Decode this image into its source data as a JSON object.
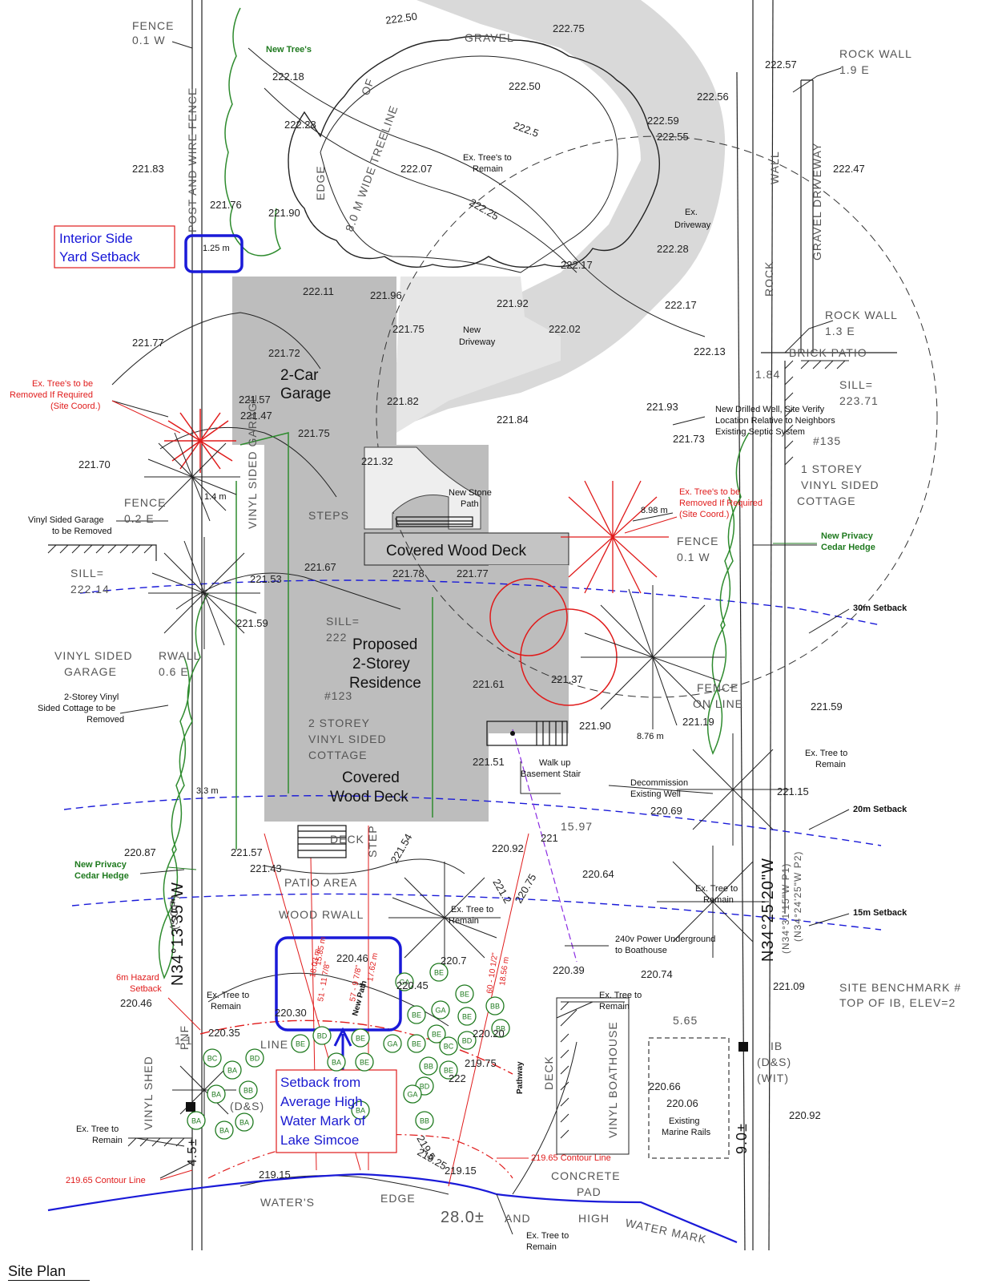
{
  "title": "Site Plan",
  "labels": {
    "fence_top": "FENCE",
    "fence_top_sub": "0.1 W",
    "new_trees": "New Tree's",
    "gravel": "GRAVEL",
    "rock_wall_top": "ROCK WALL",
    "rock_wall_top_sub": "1.9 E",
    "post_wire_fence": "POST AND WIRE FENCE",
    "edge": "EDGE",
    "treeline": "8.0 M WIDE TREELINE",
    "of": "OF",
    "ex_trees_remain": "Ex. Tree's to Remain",
    "ex_trees_remain_l1": "Ex. Tree's to",
    "ex_trees_remain_l2": "Remain",
    "ex_driveway_l1": "Ex.",
    "ex_driveway_l2": "Driveway",
    "wall": "WALL",
    "gravel_driveway": "GRAVEL DRIVEWAY",
    "rock": "ROCK",
    "interior_setback_l1": "Interior Side",
    "interior_setback_l2": "Yard Setback",
    "setback_125": "1.25 m",
    "new_driveway_l1": "New",
    "new_driveway_l2": "Driveway",
    "rock_wall_mid": "ROCK WALL",
    "rock_wall_mid_sub": "1.3 E",
    "brick_patio": "BRICK PATIO",
    "dim_184": "1.84",
    "sill_2237": "SILL=",
    "sill_2237_val": "223.71",
    "garage_l1": "2-Car",
    "garage_l2": "Garage",
    "ex_remove_left_l1": "Ex. Tree's to be",
    "ex_remove_left_l2": "Removed If Required",
    "ex_remove_left_l3": "(Site Coord.)",
    "new_well_l1": "New Drilled Well, Site Verify",
    "new_well_l2": "Location Relative to Neighbors",
    "new_well_l3": "Existing Septic System",
    "lot135": "#135",
    "cottage_l1": "1 STOREY",
    "cottage_l2": "VINYL SIDED",
    "cottage_l3": "COTTAGE",
    "new_stone_l1": "New Stone",
    "new_stone_l2": "Path",
    "steps": "STEPS",
    "fence_02": "FENCE",
    "fence_02_sub": "0.2 E",
    "dim_14": "1.4 m",
    "vinyl_garage_removed_l1": "Vinyl Sided Garage",
    "vinyl_garage_removed_l2": "to be Removed",
    "vinyl_sided_garage_rot": "VINYL SIDED GARAGE",
    "sill_left": "SILL=",
    "sill_left_val": "222.14",
    "covered_deck_top": "Covered Wood Deck",
    "dim_898": "8.98 m",
    "ex_remove_right_l1": "Ex. Tree's to be",
    "ex_remove_right_l2": "Removed If Required",
    "ex_remove_right_l3": "(Site Coord.)",
    "fence_right": "FENCE",
    "fence_right_sub": "0.1 W",
    "new_hedge_right_l1": "New Privacy",
    "new_hedge_right_l2": "Cedar Hedge",
    "setback_30": "30m Setback",
    "vinyl_sided_garage_l1": "VINYL SIDED",
    "vinyl_sided_garage_l2": "GARAGE",
    "rwall": "RWALL",
    "rwall_sub": "0.6 E",
    "sill_mid": "SILL=",
    "sill_mid_val": "222",
    "proposed_l1": "Proposed",
    "proposed_l2": "2-Storey",
    "proposed_l3": "Residence",
    "two_storey_removed_l1": "2-Storey Vinyl",
    "two_storey_removed_l2": "Sided Cottage to be",
    "two_storey_removed_l3": "Removed",
    "lot123": "#123",
    "two_storey_l1": "2 STOREY",
    "two_storey_l2": "VINYL SIDED",
    "two_storey_l3": "COTTAGE",
    "fence_on_line_l1": "FENCE",
    "fence_on_line_l2": "ON LINE",
    "dim_876": "8.76 m",
    "walkup_l1": "Walk up",
    "walkup_l2": "Basement Stair",
    "ex_tree_remain_l1": "Ex. Tree to",
    "ex_tree_remain_l2": "Remain",
    "decommission_l1": "Decommission",
    "decommission_l2": "Existing Well",
    "dim_33": "3.3 m",
    "covered_deck_bottom_l1": "Covered",
    "covered_deck_bottom_l2": "Wood Deck",
    "setback_20": "20m Setback",
    "dim_1597": "15.97",
    "deck": "DECK",
    "step": "STEP",
    "new_hedge_left_l1": "New Privacy",
    "new_hedge_left_l2": "Cedar Hedge",
    "patio_area": "PATIO AREA",
    "wood_rwall": "WOOD RWALL",
    "setback_15": "15m Setback",
    "bearing_left": "N34°13'35\"W",
    "sop": "(SOP)",
    "bearing_right": "N34°25'20\"W",
    "bearing_right_p1": "(N34°31'15\"W P1)",
    "bearing_right_p2": "(N34°24'25\"W P2)",
    "power_l1": "240v Power Underground",
    "power_l2": "to Boathouse",
    "hazard_l1": "6m Hazard",
    "hazard_l2": "Setback",
    "site_bm_l1": "SITE BENCHMARK #",
    "site_bm_l2": "TOP OF IB, ELEV=2",
    "dim_565": "5.65",
    "ib": "IB",
    "ib_ds": "(D&S)",
    "ib_wit": "(WIT)",
    "new_path": "New Path",
    "pathway": "Pathway",
    "deck_rot": "DECK",
    "vinyl_boathouse": "VINYL BOATHOUSE",
    "existing_rails_l1": "Existing",
    "existing_rails_l2": "Marine Rails",
    "dim_9": "9.0±",
    "setback_water_l1": "Setback from",
    "setback_water_l2": "Average High",
    "setback_water_l3": "Water Mark of",
    "setback_water_l4": "Lake Simcoe",
    "contour_left": "219.65 Contour Line",
    "contour_right": "219.65 Contour Line",
    "concrete_l1": "CONCRETE",
    "concrete_l2": "PAD",
    "vinyl_shed": "VINYL SHED",
    "waters": "WATER'S",
    "edge_bottom": "EDGE",
    "dim_28": "28.0±",
    "and": "AND",
    "high": "HIGH",
    "water_mark": "WATER MARK",
    "ex_tree_bottom_l1": "Ex. Tree to",
    "ex_tree_bottom_l2": "Remain",
    "ds_small": "(D&S)",
    "sep_line": "LINE",
    "dim_45": "4.5±",
    "pnf": "PNF",
    "dim_11": "1.1",
    "dims_red": [
      "18.03 m",
      "51 - 11 7/8\"",
      "15.85 m",
      "57 - 9 7/8\"",
      "17.62 m",
      "60 - 10 1/2\"",
      "18.56 m"
    ]
  },
  "elevations": [
    "222.50",
    "222.75",
    "222.18",
    "222.28",
    "222.50",
    "222.56",
    "222.59",
    "222.55",
    "222.57",
    "221.83",
    "222.47",
    "222.07",
    "222.5",
    "222.25",
    "221.76",
    "221.90",
    "222.28",
    "222.17",
    "222.17",
    "221.77",
    "222.11",
    "221.96",
    "221.92",
    "222.02",
    "221.75",
    "222.13",
    "221.72",
    "221.82",
    "221.84",
    "221.93",
    "221.73",
    "221.57",
    "221.47",
    "221.75",
    "221.70",
    "221.32",
    "221.67",
    "221.78",
    "221.77",
    "221.53",
    "221.59",
    "221.61",
    "221.37",
    "221.59",
    "221.90",
    "221.19",
    "221.51",
    "221.15",
    "220.69",
    "220.87",
    "221.57",
    "221.43",
    "221.54",
    "220.92",
    "220.64",
    "220.75",
    "220.39",
    "220.74",
    "221.09",
    "220.46",
    "220.45",
    "220.35",
    "220.30",
    "220.20",
    "220.66",
    "220.06",
    "220.92",
    "219.75",
    "219.15",
    "219.15",
    "219.25",
    "219.5",
    "220.46",
    "220.7",
    "221.2",
    "221",
    "222"
  ],
  "tree_codes": [
    "GA",
    "BE",
    "BE",
    "BE",
    "GA",
    "BE",
    "BB",
    "BE",
    "BD",
    "BB",
    "BE",
    "GA",
    "BE",
    "BD",
    "BE",
    "BC",
    "BA",
    "BB",
    "BA",
    "BD",
    "BA",
    "BE",
    "BA",
    "BC",
    "BE",
    "BD",
    "GA",
    "BB",
    "BB",
    "BA",
    "BA",
    "BA"
  ],
  "colors": {
    "building": "#bdbdbd",
    "driveway": "#dcdcdc",
    "red": "#e01b1b",
    "blue": "#1a1ad8",
    "green": "#1f7a1f",
    "hedge": "#2e8b2e"
  }
}
